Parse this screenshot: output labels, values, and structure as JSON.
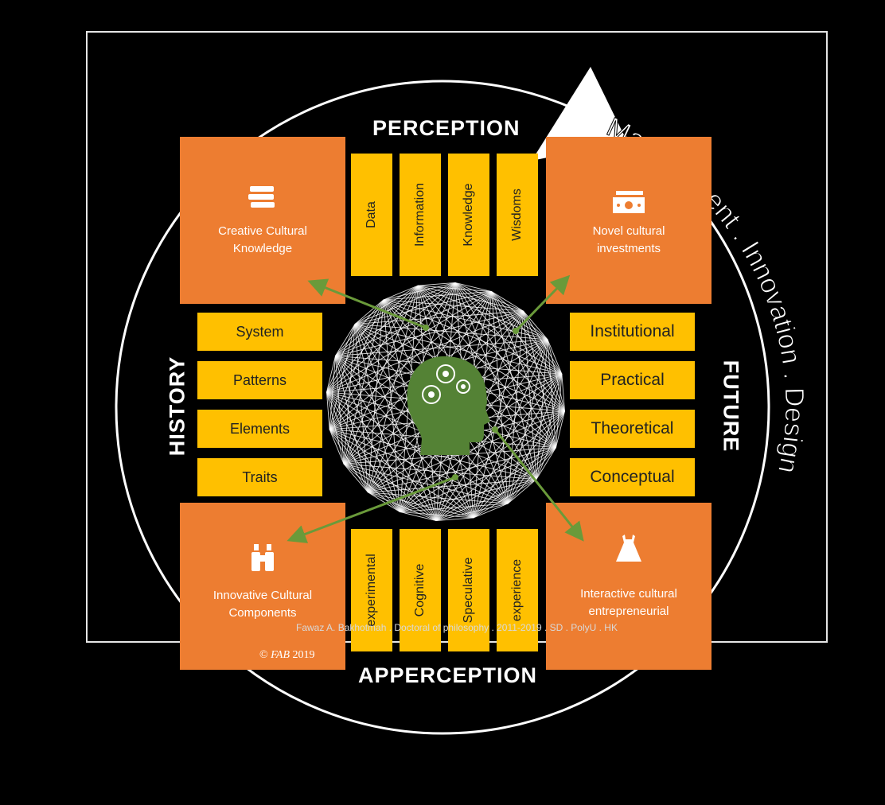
{
  "titles": {
    "top": "PERCEPTION",
    "bottom": "APPERCEPTION",
    "left": "HISTORY",
    "right": "FUTURE"
  },
  "corners": {
    "top_left": {
      "label_line1": "Creative Cultural",
      "label_line2": "Knowledge",
      "icon": "books-icon"
    },
    "top_right": {
      "label_line1": "Novel cultural",
      "label_line2": "investments",
      "icon": "money-icon"
    },
    "bottom_left": {
      "label_line1": "Innovative Cultural",
      "label_line2": "Components",
      "icon": "binoculars-icon"
    },
    "bottom_right": {
      "label_line1": "Interactive cultural",
      "label_line2": "entrepreneurial",
      "icon": "dress-icon"
    }
  },
  "top_bars": [
    "Data",
    "Information",
    "Knowledge",
    "Wisdoms"
  ],
  "bottom_bars": [
    "experimental",
    "Cognitive",
    "Speculative",
    "experience"
  ],
  "left_bars": [
    "System",
    "Patterns",
    "Elements",
    "Traits"
  ],
  "right_bars": [
    "Institutional",
    "Practical",
    "Theoretical",
    "Conceptual"
  ],
  "arc_text": "Management . Innovation . Design",
  "copyright": {
    "symbol": "©",
    "brand": "FAB",
    "year": "2019"
  },
  "footer": "Fawaz A. Bakhotmah . Doctoral of philosophy . 2011-2019 . SD . PolyU . HK",
  "center_icon": "head-gears-icon",
  "colors": {
    "background": "#000000",
    "corner_orange": "#ed7d31",
    "bar_yellow": "#ffc000",
    "head_green": "#548235",
    "arrow_green": "#548235",
    "lines": "#ffffff"
  }
}
